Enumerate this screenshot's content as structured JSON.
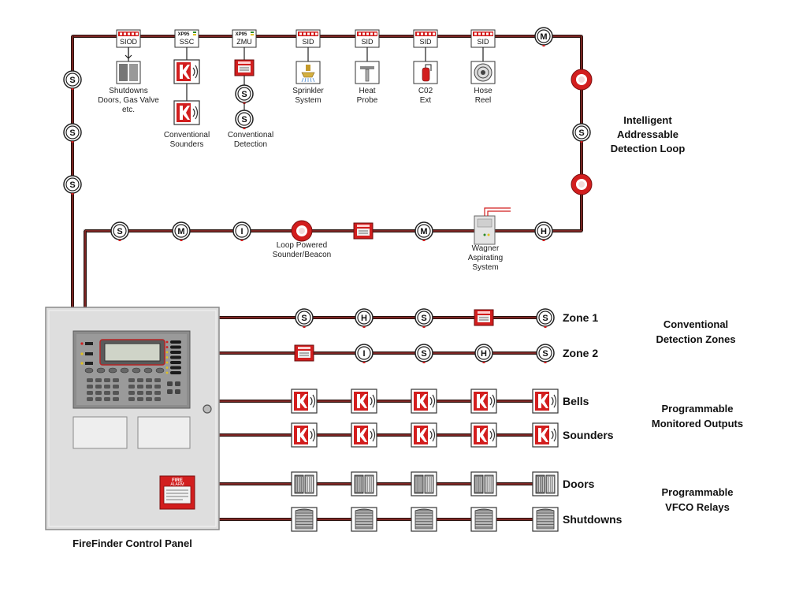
{
  "colors": {
    "wire_dark": "#2a1410",
    "wire_red": "#a02020",
    "device_red": "#d21e1e",
    "panel_grey": "#e0e0e0",
    "panel_dark": "#7a7a7a",
    "lcd": "#cfd4c8"
  },
  "loop": {
    "title_lines": [
      "Intelligent",
      "Addressable",
      "Detection Loop"
    ],
    "modules": [
      {
        "code": "SIOD",
        "caption_lines": [
          "Shutdowns",
          "Doors, Gas Valve",
          "etc."
        ],
        "icon": "door-icon"
      },
      {
        "code": "SSC",
        "caption_lines": [
          "Conventional",
          "Sounders"
        ],
        "icon": "sounder-icon"
      },
      {
        "code": "ZMU",
        "caption_lines": [
          "Conventional",
          "Detection"
        ],
        "icon": "smoke-detector-icon"
      },
      {
        "code": "SID",
        "caption_lines": [
          "Sprinkler",
          "System"
        ],
        "icon": "sprinkler-icon"
      },
      {
        "code": "SID",
        "caption_lines": [
          "Heat",
          "Probe"
        ],
        "icon": "heat-probe-icon"
      },
      {
        "code": "SID",
        "caption_lines": [
          "C02",
          "Ext"
        ],
        "icon": "extinguisher-icon"
      },
      {
        "code": "SID",
        "caption_lines": [
          "Hose",
          "Reel"
        ],
        "icon": "hose-reel-icon"
      }
    ],
    "xp95_label": "XP95",
    "lower_labels": {
      "sounder_beacon": [
        "Loop Powered",
        "Sounder/Beacon"
      ],
      "aspirating": [
        "Wagner",
        "Aspirating",
        "System"
      ]
    },
    "symbols": {
      "smoke": "S",
      "heat": "H",
      "multi": "M",
      "ion": "I"
    }
  },
  "panel": {
    "title": "FireFinder Control Panel",
    "call_point_text": [
      "FIRE",
      "ALARM"
    ]
  },
  "circuits": [
    {
      "label": "Zone 1",
      "devices": [
        "S",
        "H",
        "S",
        "callpoint",
        "S"
      ]
    },
    {
      "label": "Zone 2",
      "devices": [
        "callpoint",
        "I",
        "S",
        "H",
        "S"
      ]
    },
    {
      "label": "Bells",
      "devices": [
        "sounder",
        "sounder",
        "sounder",
        "sounder",
        "sounder"
      ]
    },
    {
      "label": "Sounders",
      "devices": [
        "sounder",
        "sounder",
        "sounder",
        "sounder",
        "sounder"
      ]
    },
    {
      "label": "Doors",
      "devices": [
        "door",
        "door",
        "door",
        "door",
        "door"
      ]
    },
    {
      "label": "Shutdowns",
      "devices": [
        "shutter",
        "shutter",
        "shutter",
        "shutter",
        "shutter"
      ]
    }
  ],
  "groups": [
    {
      "lines": [
        "Conventional",
        "Detection Zones"
      ]
    },
    {
      "lines": [
        "Programmable",
        "Monitored Outputs"
      ]
    },
    {
      "lines": [
        "Programmable",
        "VFCO Relays"
      ]
    }
  ]
}
